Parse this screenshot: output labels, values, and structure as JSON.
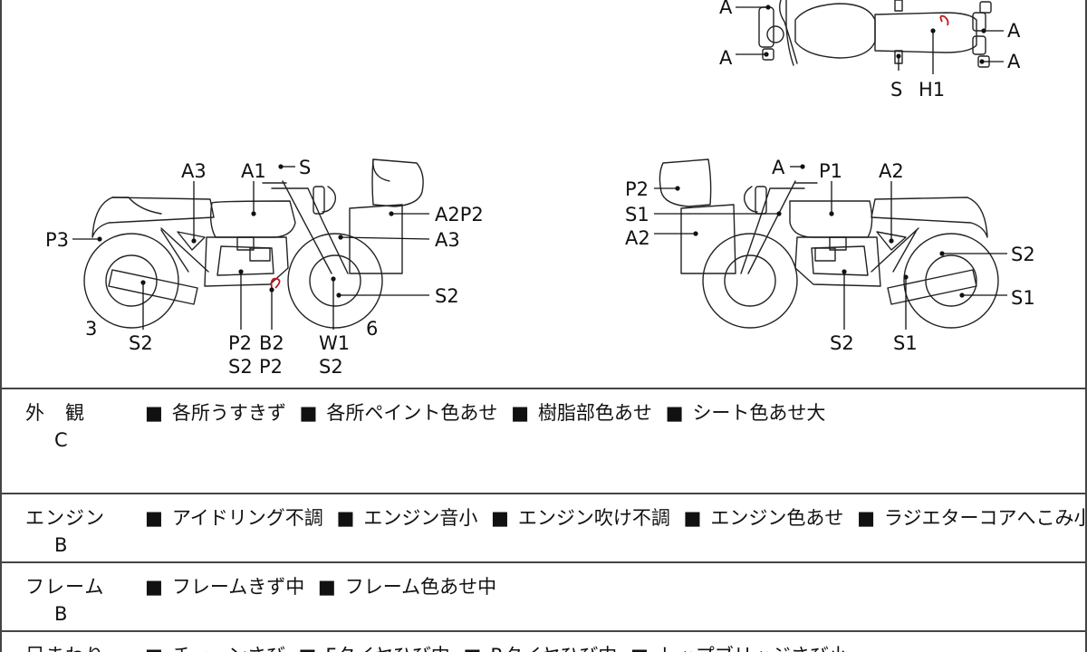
{
  "diagram": {
    "top_view_labels": [
      "A",
      "A",
      "A",
      "A",
      "S",
      "H1"
    ],
    "left_view_labels": [
      "A3",
      "A1",
      "S",
      "P3",
      "A2P2",
      "A3",
      "S2",
      "3",
      "S2",
      "P2",
      "B2",
      "S2",
      "P2",
      "W1",
      "S2",
      "6"
    ],
    "right_view_labels": [
      "A",
      "P1",
      "A2",
      "P2",
      "S1",
      "A2",
      "S2",
      "S1",
      "S2",
      "S1"
    ]
  },
  "bullet": "■",
  "rows": [
    {
      "category": "外　観",
      "grade": "C",
      "items": [
        "各所うすきず",
        "各所ペイント色あせ",
        "樹脂部色あせ",
        "シート色あせ大"
      ]
    },
    {
      "category": "エンジン",
      "grade": "B",
      "items": [
        "アイドリング不調",
        "エンジン音小",
        "エンジン吹け不調",
        "エンジン色あせ",
        "ラジエターコアへこみ小"
      ]
    },
    {
      "category": "フレーム",
      "grade": "B",
      "items": [
        "フレームきず中",
        "フレーム色あせ中"
      ]
    },
    {
      "category": "足まわり",
      "grade": "",
      "items": [
        "チェーンさび",
        "Fタイヤひび中",
        "Rタイヤひび中",
        "トップブリッジさび小"
      ]
    }
  ],
  "colors": {
    "damage_mark": "#c0151b",
    "line": "#222222",
    "border": "#444444"
  }
}
